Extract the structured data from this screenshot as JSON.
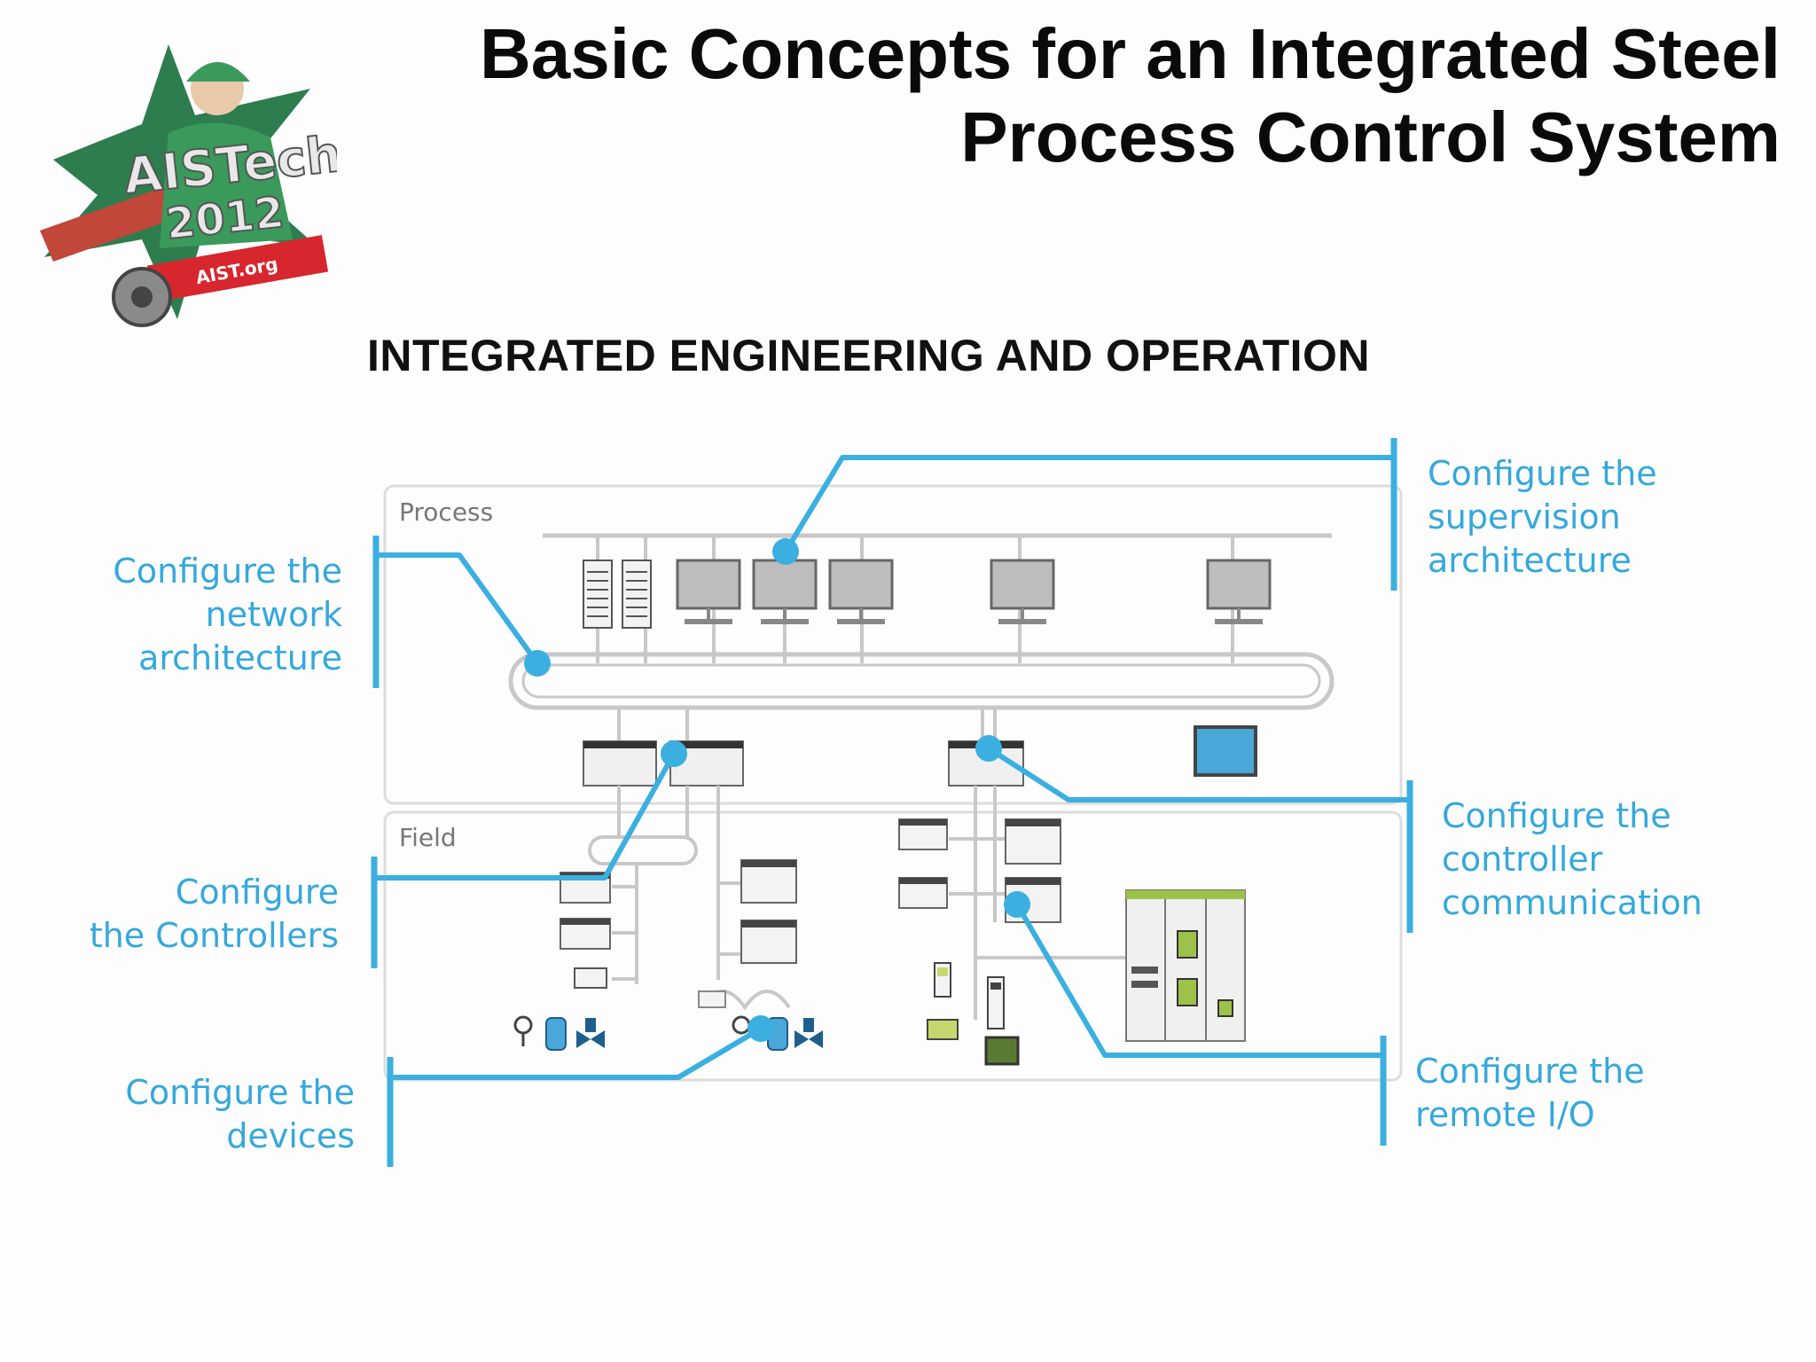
{
  "title_lines": [
    "Basic Concepts for an Integrated Steel",
    "Process Control System"
  ],
  "subtitle": "INTEGRATED ENGINEERING AND OPERATION",
  "logo": {
    "brand": "AISTech",
    "year": "2012",
    "site": "AIST.org"
  },
  "panels": {
    "process": "Process",
    "field": "Field"
  },
  "callouts": {
    "network": [
      "Configure the",
      "network",
      "architecture"
    ],
    "supervision": [
      "Configure the",
      "supervision",
      "architecture"
    ],
    "controllers": [
      "Configure",
      "the Controllers"
    ],
    "controller_comm": [
      "Configure the",
      "controller",
      "communication"
    ],
    "devices": [
      "Configure the",
      "devices"
    ],
    "remote_io": [
      "Configure the",
      "remote I/O"
    ]
  },
  "colors": {
    "accent": "#3bb0e0",
    "line": "#c8c8c8",
    "title": "#0a0a0a",
    "logo_red": "#d8262e",
    "logo_green": "#2e7d4f"
  }
}
